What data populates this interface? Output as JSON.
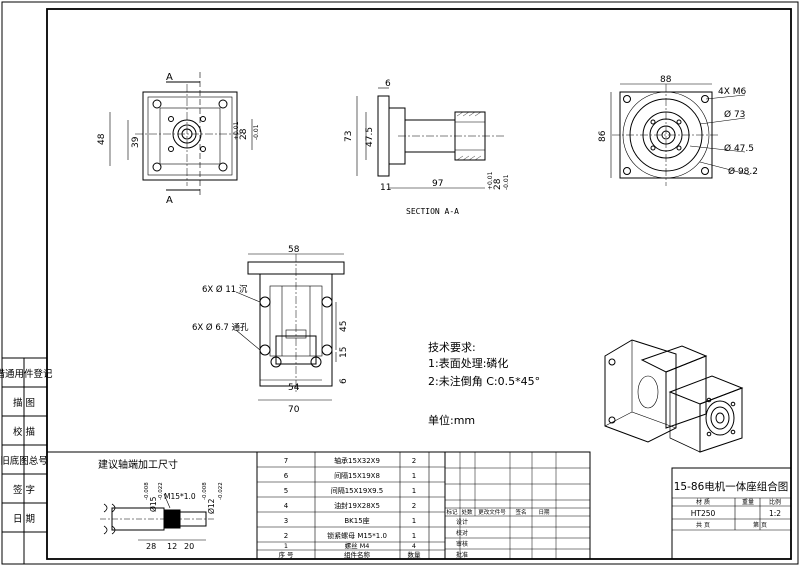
{
  "views": {
    "front": {
      "section_mark_top": "A",
      "section_mark_bottom": "A",
      "dim_height": "48",
      "dim_inner": "39",
      "dim_shaft": "28",
      "tol_upper": "+0.01",
      "tol_lower": "-0.01"
    },
    "section": {
      "dim_flange": "6",
      "dim_height": "73",
      "dim_bore": "47.5",
      "dim_base": "11",
      "dim_length": "97",
      "dim_shaft": "28",
      "tol_upper": "+0.01",
      "tol_lower": "-0.01",
      "caption": "SECTION A-A"
    },
    "flange": {
      "dim_width": "88",
      "dim_height": "86",
      "holes": "4X M6",
      "dia_inner": "Ø 73",
      "dia_mid": "Ø 47.5",
      "dia_outer": "Ø 98.2"
    },
    "bottom": {
      "dim_top": "58",
      "holes_upper": "6X Ø 11 沉",
      "holes_lower": "6X Ø 6.7 通孔",
      "dim_45": "45",
      "dim_15": "15",
      "dim_6": "6",
      "dim_54": "54",
      "dim_70": "70"
    }
  },
  "notes": {
    "heading": "技术要求:",
    "line1": "1:表面处理:磷化",
    "line2": "2:未注倒角  C:0.5*45°",
    "unit": "单位:mm"
  },
  "left_strip": {
    "labels": [
      "借通用件登记",
      "描  图",
      "校  描",
      "旧底图总号",
      "签  字",
      "日  期"
    ]
  },
  "shaft_detail": {
    "title": "建议轴端加工尺寸",
    "dia_shaft": "Ø15",
    "dia_shaft_tol_upper": "-0.008",
    "dia_shaft_tol_lower": "-0.022",
    "thread": "M15*1.0",
    "dia_end": "Ø12",
    "dia_end_tol_upper": "-0.008",
    "dia_end_tol_lower": "-0.022",
    "dim_a": "28",
    "dim_b": "12",
    "dim_c": "20"
  },
  "parts_list": {
    "headers": {
      "no": "序  号",
      "name": "组件名称",
      "qty": "数量",
      "note": ""
    },
    "rows": [
      {
        "no": "7",
        "name": "轴承15X32X9",
        "qty": "2"
      },
      {
        "no": "6",
        "name": "间隔15X19X8",
        "qty": "1"
      },
      {
        "no": "5",
        "name": "间隔15X19X9.5",
        "qty": "1"
      },
      {
        "no": "4",
        "name": "油封19X28X5",
        "qty": "2"
      },
      {
        "no": "3",
        "name": "BK15座",
        "qty": "1"
      },
      {
        "no": "2",
        "name": "锁紧螺母 M15*1.0",
        "qty": "1"
      },
      {
        "no": "1",
        "name": "螺丝 M4",
        "qty": "4"
      }
    ]
  },
  "title_block": {
    "title": "15-86电机一体座组合图",
    "material": "HT250",
    "scale": "1:2",
    "label_material": "材  质",
    "label_weight": "重量",
    "label_scale": "比例",
    "label_total": "共  页",
    "label_sheet": "第  页",
    "rev_headers": [
      "标记",
      "处数",
      "更改文件号",
      "签名",
      "日期"
    ],
    "roles": [
      "设计",
      "校对",
      "审核",
      "批准"
    ]
  }
}
